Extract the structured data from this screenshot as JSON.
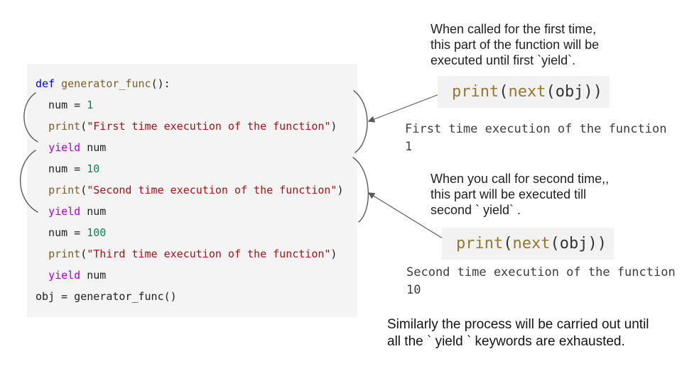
{
  "palette": {
    "kw": "#0000ff",
    "fn": "#795e26",
    "str": "#a31515",
    "num": "#098658",
    "ctrl": "#af00db",
    "plain": "#1e1e1e",
    "sfn": "#96782d",
    "splain": "#333333",
    "output_text": "#3d3d3d",
    "note_text": "#1f1f1f",
    "arrow": "#5a5a5a",
    "code_bg": "#f4f4f4",
    "snippet_bg": "#f2f2f2"
  },
  "code_block": {
    "lines": [
      [
        {
          "c": "kw",
          "t": "def "
        },
        {
          "c": "fn",
          "t": "generator_func"
        },
        {
          "c": "plain",
          "t": "():"
        }
      ],
      [
        {
          "c": "plain",
          "t": "  num = "
        },
        {
          "c": "num",
          "t": "1"
        }
      ],
      [
        {
          "c": "plain",
          "t": "  "
        },
        {
          "c": "fn",
          "t": "print"
        },
        {
          "c": "plain",
          "t": "("
        },
        {
          "c": "str",
          "t": "\"First time execution of the function\""
        },
        {
          "c": "plain",
          "t": ")"
        }
      ],
      [
        {
          "c": "plain",
          "t": "  "
        },
        {
          "c": "ctrl",
          "t": "yield"
        },
        {
          "c": "plain",
          "t": " num"
        }
      ],
      [
        {
          "c": "plain",
          "t": "  num = "
        },
        {
          "c": "num",
          "t": "10"
        }
      ],
      [
        {
          "c": "plain",
          "t": "  "
        },
        {
          "c": "fn",
          "t": "print"
        },
        {
          "c": "plain",
          "t": "("
        },
        {
          "c": "str",
          "t": "\"Second time execution of the function\""
        },
        {
          "c": "plain",
          "t": ")"
        }
      ],
      [
        {
          "c": "plain",
          "t": "  "
        },
        {
          "c": "ctrl",
          "t": "yield"
        },
        {
          "c": "plain",
          "t": " num"
        }
      ],
      [
        {
          "c": "plain",
          "t": "  num = "
        },
        {
          "c": "num",
          "t": "100"
        }
      ],
      [
        {
          "c": "plain",
          "t": "  "
        },
        {
          "c": "fn",
          "t": "print"
        },
        {
          "c": "plain",
          "t": "("
        },
        {
          "c": "str",
          "t": "\"Third time execution of the function\""
        },
        {
          "c": "plain",
          "t": ")"
        }
      ],
      [
        {
          "c": "plain",
          "t": "  "
        },
        {
          "c": "ctrl",
          "t": "yield"
        },
        {
          "c": "plain",
          "t": " num"
        }
      ],
      [
        {
          "c": "plain",
          "t": "obj = generator_func()"
        }
      ]
    ]
  },
  "snippets": {
    "first": [
      {
        "c": "sfn",
        "t": "print"
      },
      {
        "c": "splain",
        "t": "("
      },
      {
        "c": "sfn",
        "t": "next"
      },
      {
        "c": "splain",
        "t": "(obj))"
      }
    ],
    "second": [
      {
        "c": "sfn",
        "t": "print"
      },
      {
        "c": "splain",
        "t": "("
      },
      {
        "c": "sfn",
        "t": "next"
      },
      {
        "c": "splain",
        "t": "(obj))"
      }
    ]
  },
  "notes": {
    "first": {
      "lines": [
        "When called for the first time,",
        "this part of the function will be",
        "executed until first `yield`."
      ]
    },
    "second": {
      "lines": [
        "When you call for second time,,",
        "this part will be executed till",
        "second ` yield` ."
      ]
    },
    "footer": {
      "lines": [
        "Similarly the process will be carried out until",
        "all the ` yield ` keywords are exhausted."
      ]
    }
  },
  "outputs": {
    "first": {
      "lines": [
        "First time execution of the function",
        "1"
      ]
    },
    "second": {
      "lines": [
        "Second time execution of the function",
        "10"
      ]
    }
  }
}
